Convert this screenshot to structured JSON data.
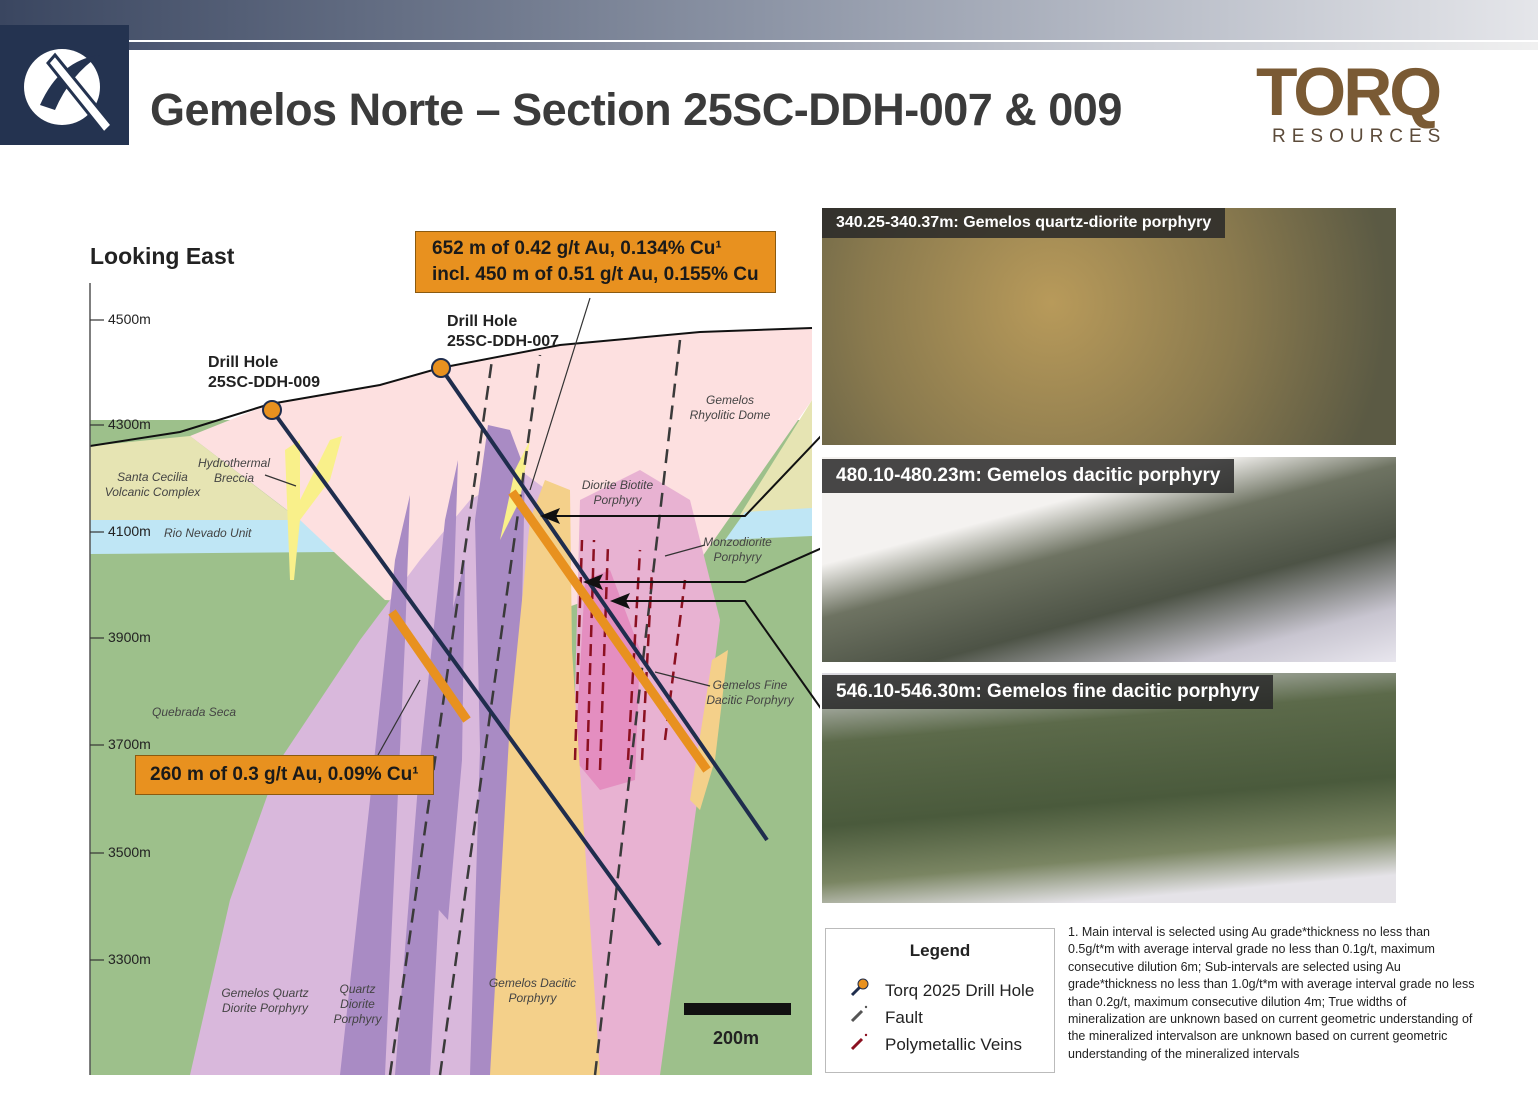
{
  "header": {
    "title": "Gemelos Norte – Section 25SC-DDH-007 & 009",
    "logo_text": "TORQ",
    "logo_sub": "RESOURCES"
  },
  "section": {
    "view": "Looking East",
    "elevations": [
      "4500m",
      "4300m",
      "4100m",
      "3900m",
      "3700m",
      "3500m",
      "3300m"
    ],
    "callout_007": [
      "652 m of 0.42 g/t Au, 0.134% Cu¹",
      "incl. 450 m of 0.51 g/t Au, 0.155% Cu"
    ],
    "callout_009": "260 m of 0.3 g/t Au, 0.09% Cu¹",
    "drill_007": [
      "Drill Hole",
      "25SC-DDH-007"
    ],
    "drill_009": [
      "Drill Hole",
      "25SC-DDH-009"
    ],
    "units": {
      "rhyolitic": [
        "Gemelos",
        "Rhyolitic Dome"
      ],
      "santa_cecilia": [
        "Santa Cecilia",
        "Volcanic Complex"
      ],
      "breccia": [
        "Hydrothermal",
        "Breccia"
      ],
      "rio_nevado": "Rio Nevado Unit",
      "diorite_biotite": [
        "Diorite Biotite",
        "Porphyry"
      ],
      "monzodiorite": [
        "Monzodiorite",
        "Porphyry"
      ],
      "fine_dacitic": [
        "Gemelos Fine",
        "Dacitic Porphyry"
      ],
      "quebrada": "Quebrada Seca",
      "quartz_diorite_gem": [
        "Gemelos Quartz",
        "Diorite Porphyry"
      ],
      "quartz_diorite": [
        "Quartz",
        "Diorite",
        "Porphyry"
      ],
      "dacitic": [
        "Gemelos Dacitic",
        "Porphyry"
      ]
    },
    "scale": "200m"
  },
  "photos": [
    {
      "label": "340.25-340.37m: Gemelos quartz-diorite porphyry"
    },
    {
      "label": "480.10-480.23m: Gemelos dacitic porphyry"
    },
    {
      "label": "546.10-546.30m: Gemelos fine dacitic porphyry"
    }
  ],
  "legend": {
    "title": "Legend",
    "items": [
      "Torq 2025 Drill Hole",
      "Fault",
      "Polymetallic Veins"
    ]
  },
  "footnote": "1. Main interval is selected using Au grade*thickness no less than 0.5g/t*m with average interval grade no less than 0.1g/t, maximum consecutive dilution 6m; Sub-intervals are selected using Au grade*thickness no less than 1.0g/t*m with average interval grade no less than 0.2g/t, maximum consecutive dilution 4m; True widths of mineralization are unknown based on current geometric understanding of the mineralized intervalson are unknown based on current geometric understanding of the mineralized intervals",
  "colors": {
    "orange": "#e8911f",
    "navy": "#1f2d4d",
    "pink": "#fde0e0",
    "green": "#9dc08b",
    "purple": "#a98bc4",
    "yellow": "#f4d08a"
  }
}
